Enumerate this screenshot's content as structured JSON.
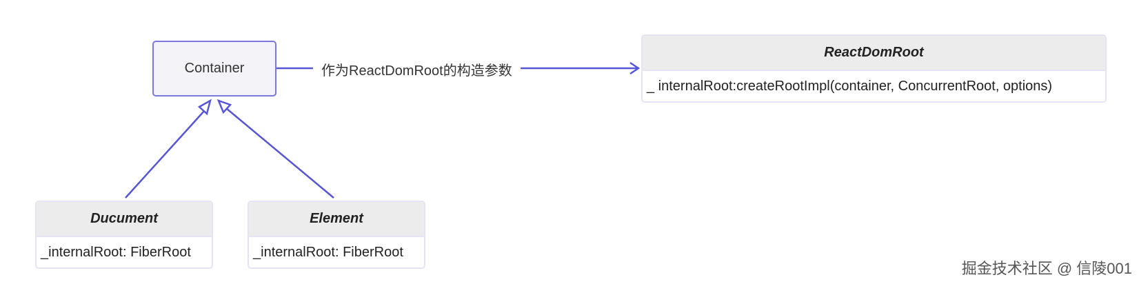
{
  "diagram": {
    "nodes": {
      "container": {
        "label": "Container"
      },
      "react_dom_root": {
        "title": "ReactDomRoot",
        "members": [
          "_ internalRoot:createRootImpl(container, ConcurrentRoot, options)"
        ]
      },
      "ducument": {
        "title": "Ducument",
        "members": [
          "_internalRoot: FiberRoot"
        ]
      },
      "element": {
        "title": "Element",
        "members": [
          "_internalRoot: FiberRoot"
        ]
      }
    },
    "edges": [
      {
        "from": "container",
        "to": "react_dom_root",
        "type": "association",
        "label": "作为ReactDomRoot的构造参数"
      },
      {
        "from": "ducument",
        "to": "container",
        "type": "inheritance",
        "label": ""
      },
      {
        "from": "element",
        "to": "container",
        "type": "inheritance",
        "label": ""
      }
    ],
    "colors": {
      "edge": "#5555d6",
      "node_border": "#7a78de",
      "node_fill": "#f3f3f8",
      "class_border": "#e4e4f4",
      "class_header": "#ececec"
    }
  },
  "watermark": "掘金技术社区 @ 信陵001"
}
